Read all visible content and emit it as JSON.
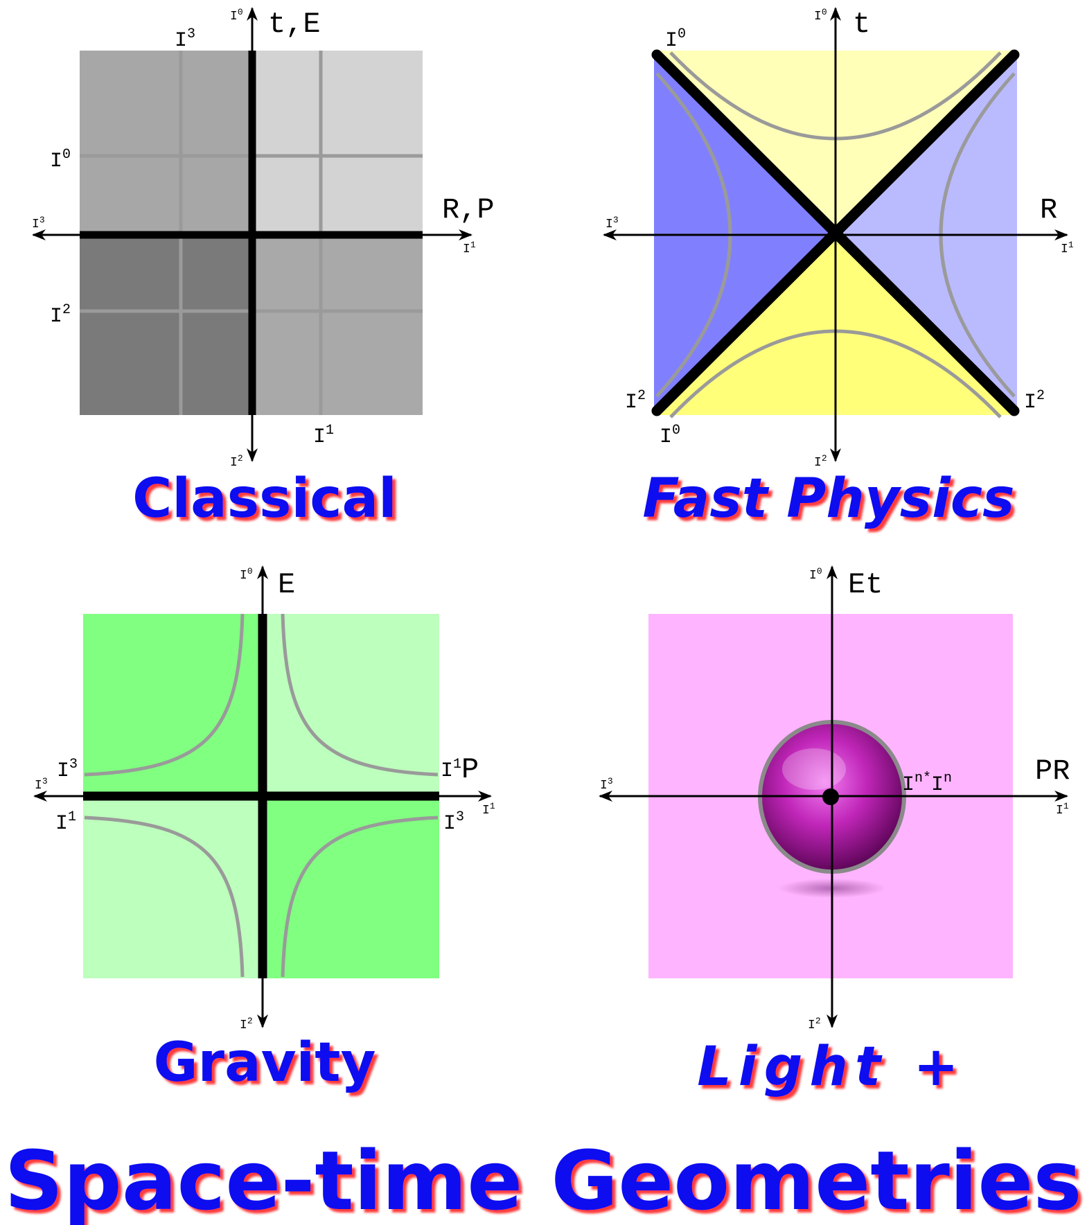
{
  "title": "Space-time Geometries",
  "colors": {
    "caption": "#0a0af0",
    "caption_shadow": "#ff3b3b",
    "axis": "#000000",
    "grid": "#9a9a9a"
  },
  "panels": {
    "classical": {
      "caption": "Classical",
      "y_axis_label": "t,E",
      "x_axis_label": "R,P",
      "tags": {
        "top": "0",
        "right": "1",
        "bottom": "2",
        "left": "3",
        "grid_top": "3",
        "grid_left_upper": "0",
        "grid_left_lower": "2",
        "grid_bottom": "1"
      }
    },
    "fast_physics": {
      "caption": "Fast Physics",
      "y_axis_label": "t",
      "x_axis_label": "R",
      "tags": {
        "top": "0",
        "right": "1",
        "bottom": "2",
        "left": "3",
        "corner_tl": "0",
        "corner_bl_upper": "2",
        "corner_bl_lower": "0",
        "corner_br": "2"
      }
    },
    "gravity": {
      "caption": "Gravity",
      "y_axis_label": "E",
      "x_axis_label": "P",
      "tags": {
        "top": "0",
        "right": "1",
        "bottom": "2",
        "left": "3",
        "left_upper": "3",
        "left_lower": "1",
        "right_upper": "1",
        "right_lower": "3"
      }
    },
    "light": {
      "caption": "Light +",
      "y_axis_label": "Et",
      "x_axis_label": "PR",
      "orb_label": "n*",
      "orb_label2": "n",
      "tags": {
        "top": "0",
        "right": "1",
        "bottom": "2",
        "left": "3"
      }
    }
  }
}
